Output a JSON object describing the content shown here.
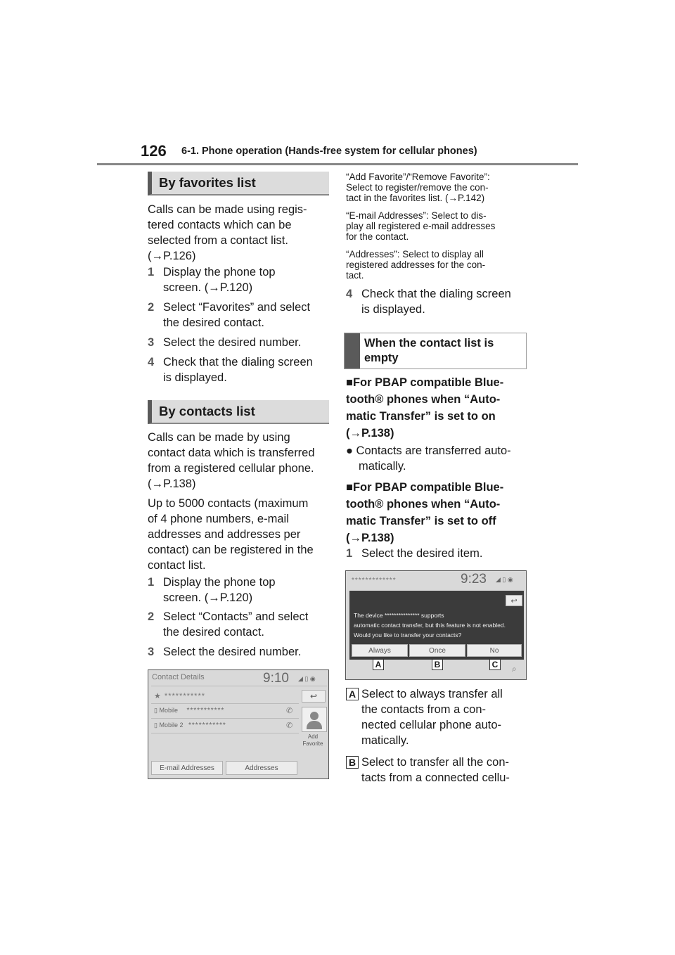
{
  "header": {
    "page_number": "126",
    "section": "6-1. Phone operation (Hands-free system for cellular phones)"
  },
  "left": {
    "fav_heading": "By favorites list",
    "fav_intro": [
      "Calls can be made using regis-",
      "tered contacts which can be",
      "selected from a contact list.",
      "(→P.126)"
    ],
    "fav_steps": [
      {
        "n": "1",
        "lines": [
          "Display the phone top",
          "screen. (→P.120)"
        ]
      },
      {
        "n": "2",
        "lines": [
          "Select “Favorites” and select",
          "the desired contact."
        ]
      },
      {
        "n": "3",
        "lines": [
          "Select the desired number."
        ]
      },
      {
        "n": "4",
        "lines": [
          "Check that the dialing screen",
          "is displayed."
        ]
      }
    ],
    "contacts_heading": "By contacts list",
    "contacts_intro": [
      "Calls can be made by using",
      "contact data which is transferred",
      "from a registered cellular phone.",
      "(→P.138)"
    ],
    "contacts_para": [
      "Up to 5000 contacts (maximum",
      "of 4 phone numbers, e-mail",
      "addresses and addresses per",
      "contact) can be registered in the",
      "contact list."
    ],
    "contacts_steps": [
      {
        "n": "1",
        "lines": [
          "Display the phone top",
          "screen. (→P.120)"
        ]
      },
      {
        "n": "2",
        "lines": [
          "Select “Contacts” and select",
          "the desired contact."
        ]
      },
      {
        "n": "3",
        "lines": [
          "Select the desired number."
        ]
      }
    ],
    "screen1": {
      "title": "Contact Details",
      "time": "9:10",
      "name": "★  ***********",
      "row1_label": "Mobile",
      "row1_value": "***********",
      "row2_label": "Mobile 2",
      "row2_value": "***********",
      "add_favorite": [
        "Add",
        "Favorite"
      ],
      "email_button": "E-mail Addresses",
      "addresses_button": "Addresses"
    }
  },
  "right": {
    "notes": [
      [
        "“Add Favorite”/“Remove Favorite”:",
        "Select to register/remove the con-",
        "tact in the favorites list. (→P.142)"
      ],
      [
        "“E-mail Addresses”: Select to dis-",
        "play all registered e-mail addresses",
        "for the contact."
      ],
      [
        "“Addresses”: Select to display all",
        "registered addresses for the con-",
        "tact."
      ]
    ],
    "step4": {
      "n": "4",
      "lines": [
        "Check that the dialing screen",
        "is displayed."
      ]
    },
    "empty_heading": [
      "When the contact list is",
      "empty"
    ],
    "pbap_on": [
      "■For PBAP compatible Blue-",
      "tooth® phones when “Auto-",
      "matic Transfer” is set to on",
      "(→P.138)"
    ],
    "auto_bullet": [
      "●  Contacts are transferred auto-",
      "matically."
    ],
    "pbap_off": [
      "■For PBAP compatible Blue-",
      "tooth® phones when “Auto-",
      "matic Transfer” is set to off",
      "(→P.138)"
    ],
    "select_step": {
      "n": "1",
      "lines": [
        "Select the desired item."
      ]
    },
    "screen2": {
      "header_stars": "*************",
      "time": "9:23",
      "message": [
        "The device  ***************  supports",
        "automatic contact transfer, but this feature is not enabled.",
        "Would you like to transfer your contacts?"
      ],
      "buttons": [
        "Always",
        "Once",
        "No"
      ],
      "keys": [
        "A",
        "B",
        "C"
      ]
    },
    "itemA": {
      "label": "A",
      "lines": [
        "Select to always transfer all",
        "the contacts from a con-",
        "nected cellular phone auto-",
        "matically."
      ]
    },
    "itemB": {
      "label": "B",
      "lines": [
        "Select to transfer all the con-",
        "tacts from a connected cellu-"
      ]
    }
  }
}
